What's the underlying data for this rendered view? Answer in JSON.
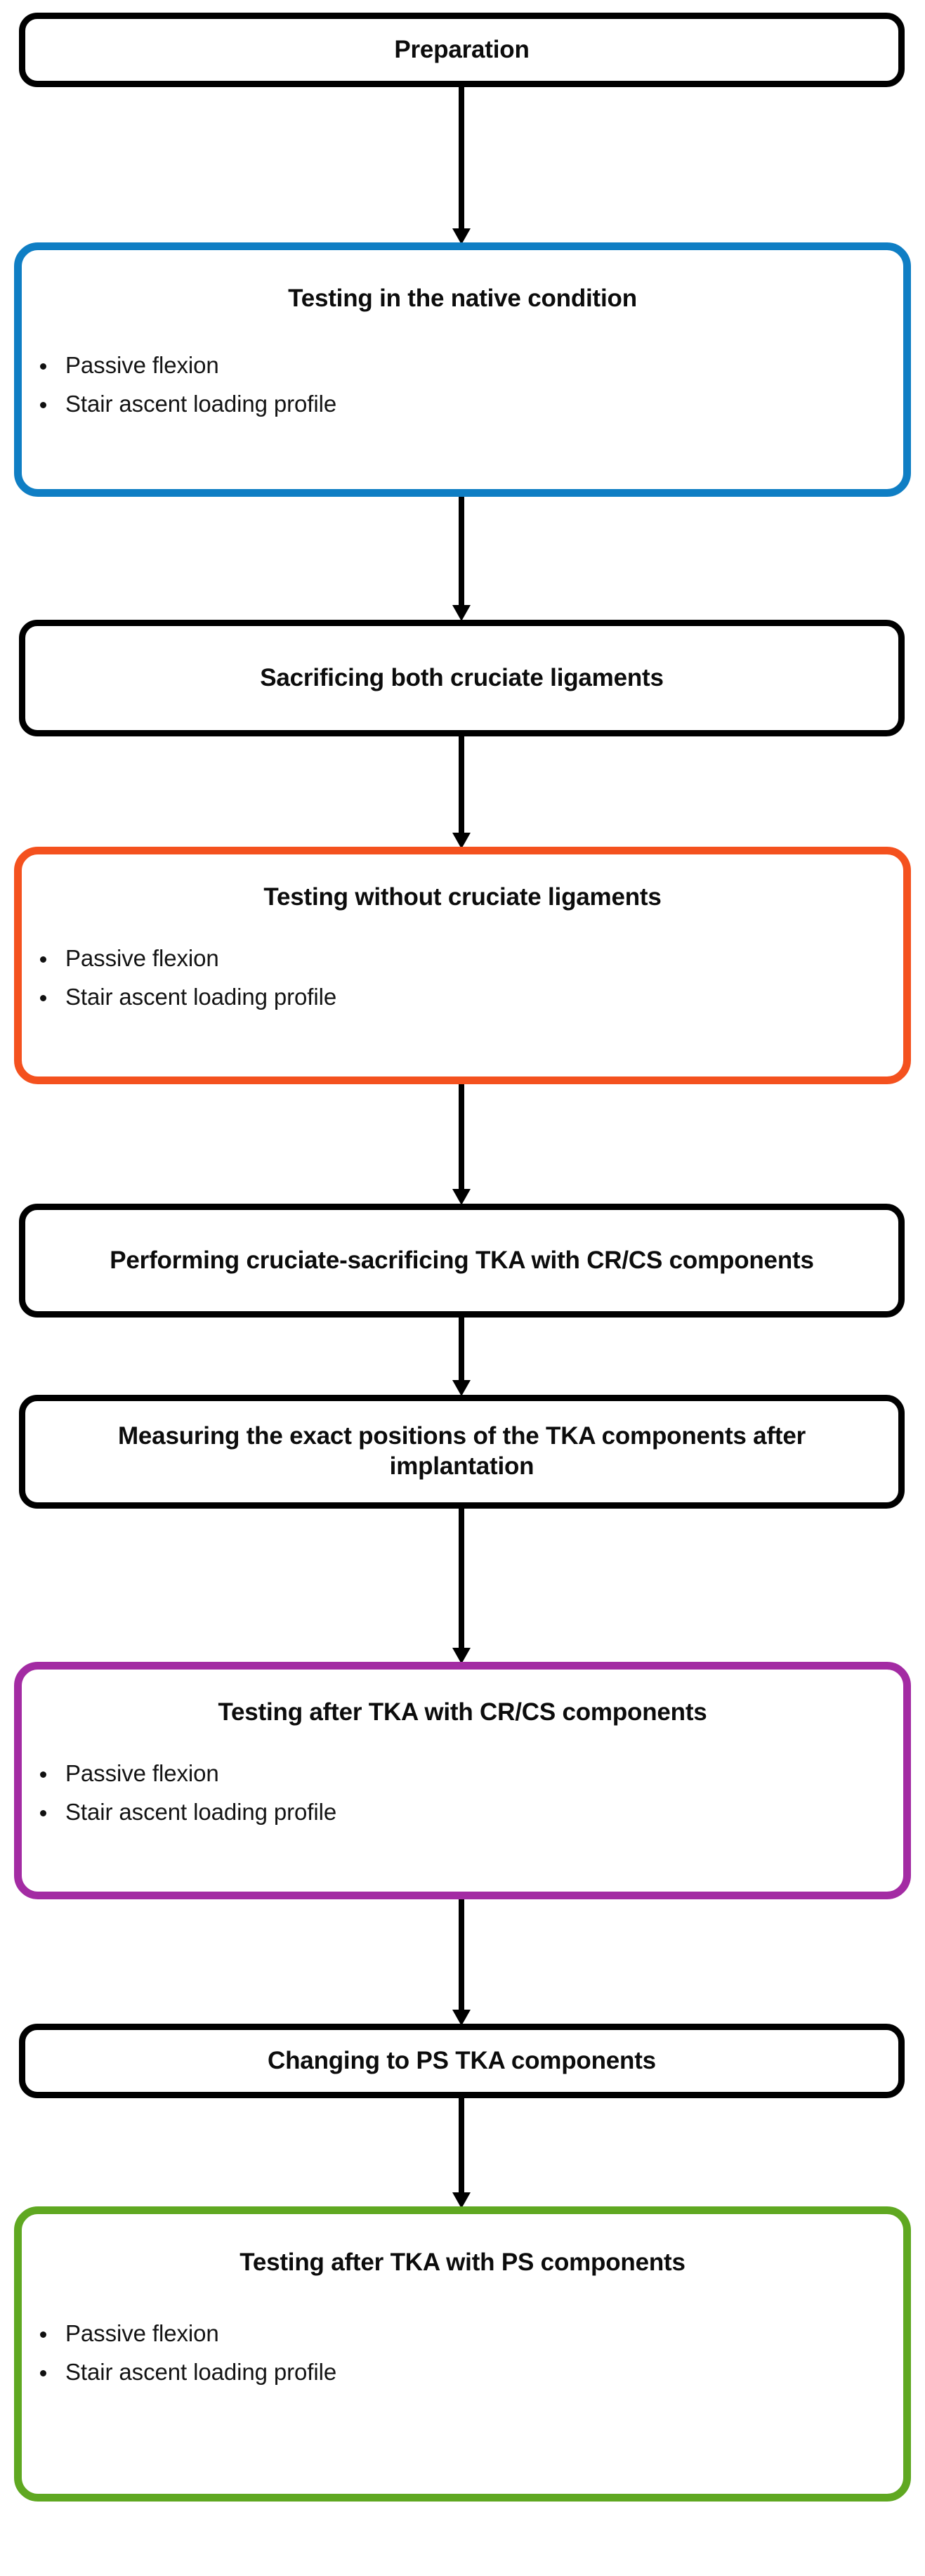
{
  "diagram": {
    "title": "Experimental study protocol flowchart",
    "orientation": "vertical-top-to-bottom",
    "background_color": "#FFFFFF",
    "default_border_color": "#000000",
    "text_color": "#0C0C0C",
    "arrow_color": "#000000"
  },
  "bullet_set": {
    "passive": "Passive flexion",
    "stair": "Stair ascent loading profile"
  },
  "nodes": [
    {
      "id": "preparation",
      "title": "Preparation",
      "style": "plain",
      "border_color": "#000000",
      "bullets": []
    },
    {
      "id": "testing-native",
      "title": "Testing in the native condition",
      "style": "accent",
      "border_color": "#0F7EC4",
      "bullets": [
        "Passive flexion",
        "Stair ascent loading profile"
      ]
    },
    {
      "id": "sacrificing-cruciates",
      "title": "Sacrificing both cruciate ligaments",
      "style": "plain",
      "border_color": "#000000",
      "bullets": []
    },
    {
      "id": "testing-without-cruciates",
      "title": "Testing without cruciate ligaments",
      "style": "accent",
      "border_color": "#F4511E",
      "bullets": [
        "Passive flexion",
        "Stair ascent loading profile"
      ]
    },
    {
      "id": "performing-tka-crcs",
      "title": "Performing cruciate-sacrificing TKA with CR/CS components",
      "style": "plain",
      "border_color": "#000000",
      "bullets": []
    },
    {
      "id": "measuring-positions",
      "title": "Measuring the exact positions of the TKA components after implantation",
      "style": "plain",
      "border_color": "#000000",
      "bullets": []
    },
    {
      "id": "testing-after-tka-crcs",
      "title": "Testing after TKA with CR/CS components",
      "style": "accent",
      "border_color": "#A32BA3",
      "bullets": [
        "Passive flexion",
        "Stair ascent loading profile"
      ]
    },
    {
      "id": "changing-to-ps",
      "title": "Changing to PS TKA components",
      "style": "plain",
      "border_color": "#000000",
      "bullets": []
    },
    {
      "id": "testing-after-tka-ps",
      "title": "Testing after TKA with PS components",
      "style": "accent",
      "border_color": "#5FA821",
      "bullets": [
        "Passive flexion",
        "Stair ascent loading profile"
      ]
    }
  ],
  "edges": [
    {
      "from": "preparation",
      "to": "testing-native"
    },
    {
      "from": "testing-native",
      "to": "sacrificing-cruciates"
    },
    {
      "from": "sacrificing-cruciates",
      "to": "testing-without-cruciates"
    },
    {
      "from": "testing-without-cruciates",
      "to": "performing-tka-crcs"
    },
    {
      "from": "performing-tka-crcs",
      "to": "measuring-positions"
    },
    {
      "from": "measuring-positions",
      "to": "testing-after-tka-crcs"
    },
    {
      "from": "testing-after-tka-crcs",
      "to": "changing-to-ps"
    },
    {
      "from": "changing-to-ps",
      "to": "testing-after-tka-ps"
    }
  ]
}
